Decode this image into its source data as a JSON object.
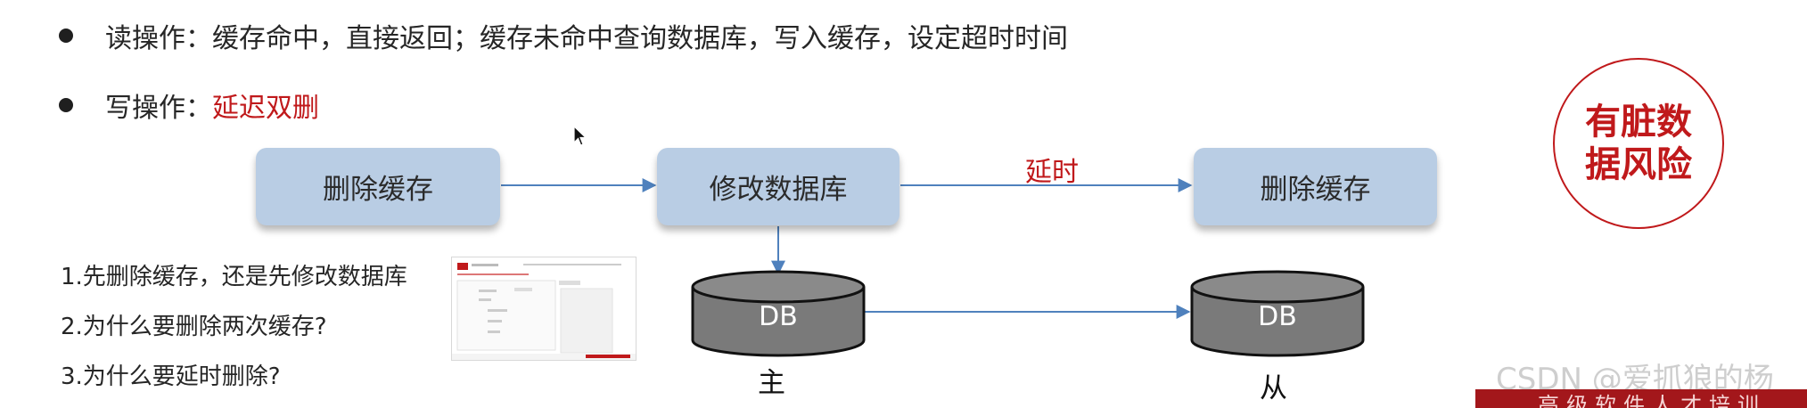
{
  "bullets": {
    "read_label": "读操作：",
    "read_text": "缓存命中，直接返回；缓存未命中查询数据库，写入缓存，设定超时时间",
    "write_label": "写操作：",
    "write_highlight": "延迟双删"
  },
  "flow": {
    "step1": "删除缓存",
    "step2": "修改数据库",
    "step3": "删除缓存",
    "delay_label": "延时"
  },
  "databases": {
    "master_db": "DB",
    "master_label": "主",
    "slave_db": "DB",
    "slave_label": "从"
  },
  "questions": [
    "1.先删除缓存，还是先修改数据库",
    "2.为什么要删除两次缓存?",
    "3.为什么要延时删除?"
  ],
  "risk": {
    "line1": "有脏数",
    "line2": "据风险"
  },
  "watermark": "CSDN @爱抓狼的杨",
  "banner": "高级软件人才培训",
  "colors": {
    "accent_red": "#c0191b",
    "box_blue": "#b9cde4",
    "db_gray": "#7a7a7a",
    "arrow_blue": "#4f81bd"
  }
}
